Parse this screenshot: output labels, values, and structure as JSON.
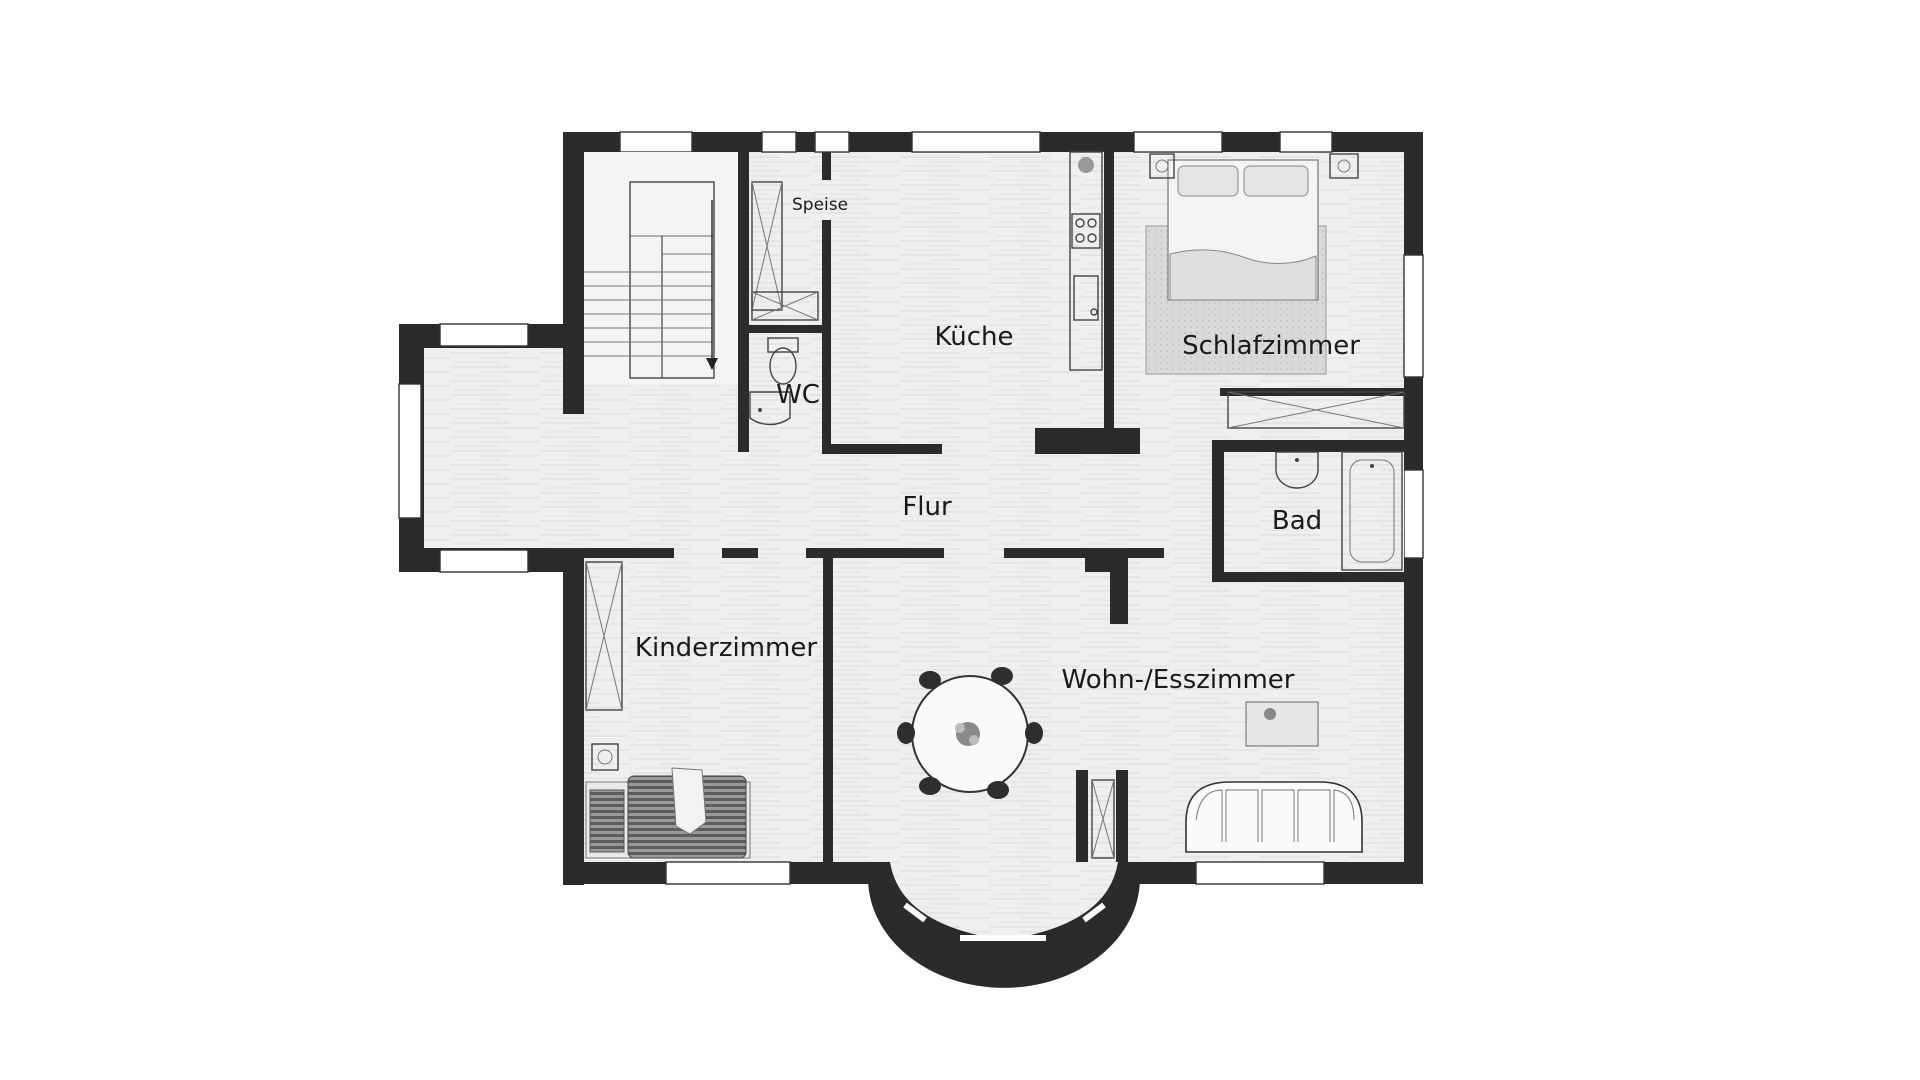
{
  "rooms": {
    "speise": "Speise",
    "wc": "WC",
    "kueche": "Küche",
    "schlafzimmer": "Schlafzimmer",
    "flur": "Flur",
    "bad": "Bad",
    "kinderzimmer": "Kinderzimmer",
    "wohn_esszimmer": "Wohn-/Esszimmer"
  },
  "colors": {
    "wall": "#2b2b2b",
    "floor": "#eeeeee",
    "floor_grain": "#d6d6d6",
    "background": "#ffffff"
  }
}
